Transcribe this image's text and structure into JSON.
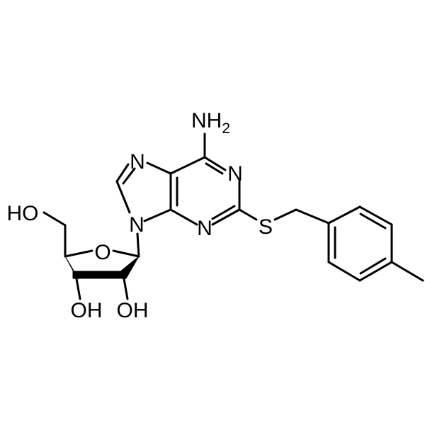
{
  "atoms": {
    "nh2": {
      "main": "NH",
      "sub": "2"
    },
    "n_imidazole_top": "N",
    "n_pyrimidine_right": "N",
    "n_pyrimidine_bottom": "N",
    "n9": "N",
    "sulfur": "S",
    "ring_oxygen": "O",
    "hydroxymethyl": "HO",
    "hydroxyl_3": "OH",
    "hydroxyl_2": "OH"
  },
  "colors": {
    "bond": "#000000",
    "label": "#000000",
    "background": "#ffffff"
  }
}
